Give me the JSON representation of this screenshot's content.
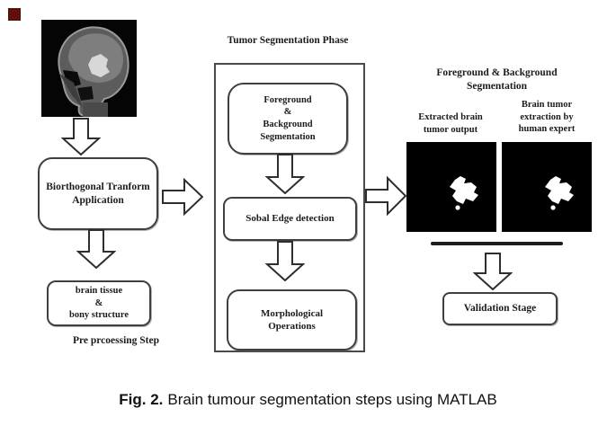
{
  "decor": {
    "corner_square_color": "#5e0f0f"
  },
  "preprocessing": {
    "transform_box": {
      "line1": "Biorthogonal Tranform",
      "line2": "Application"
    },
    "tissue_box": {
      "line1": "brain tissue",
      "line2": "&",
      "line3": "bony structure"
    },
    "stage_label": "Pre prcoessing Step"
  },
  "segmentation_phase": {
    "title": "Tumor Segmentation Phase",
    "foreground_box": {
      "line1": "Foreground",
      "line2": "&",
      "line3": "Background",
      "line4": "Segmentation"
    },
    "sobel_box": "Sobal Edge detection",
    "morph_box": {
      "line1": "Morphological",
      "line2": "Operations"
    }
  },
  "results": {
    "heading": {
      "line1": "Foreground & Background",
      "line2": "Segmentation"
    },
    "left_image_label": {
      "line1": "Extracted brain",
      "line2": "tumor output"
    },
    "right_image_label": {
      "line1": "Brain tumor",
      "line2": "extraction by",
      "line3": "human expert"
    },
    "validation_box": "Validation Stage"
  },
  "caption": {
    "prefix": "Fig. 2.",
    "text": "Brain tumour segmentation steps using MATLAB"
  },
  "colors": {
    "diagram_line": "#3f3f3f",
    "image_background": "#000000",
    "tumor_blob": "#ffffff"
  }
}
